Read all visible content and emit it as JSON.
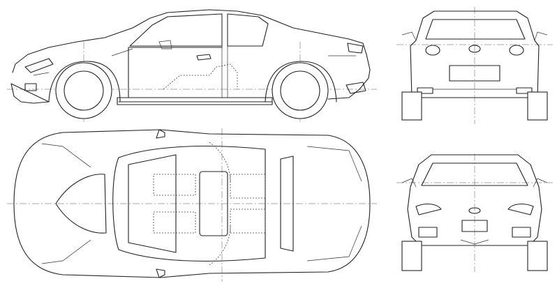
{
  "drawing": {
    "views": [
      {
        "id": "side",
        "kind": "side-elevation"
      },
      {
        "id": "rear",
        "kind": "rear-elevation"
      },
      {
        "id": "top",
        "kind": "plan"
      },
      {
        "id": "front",
        "kind": "front-elevation"
      }
    ],
    "line_color": "#222222",
    "background": "#ffffff"
  }
}
